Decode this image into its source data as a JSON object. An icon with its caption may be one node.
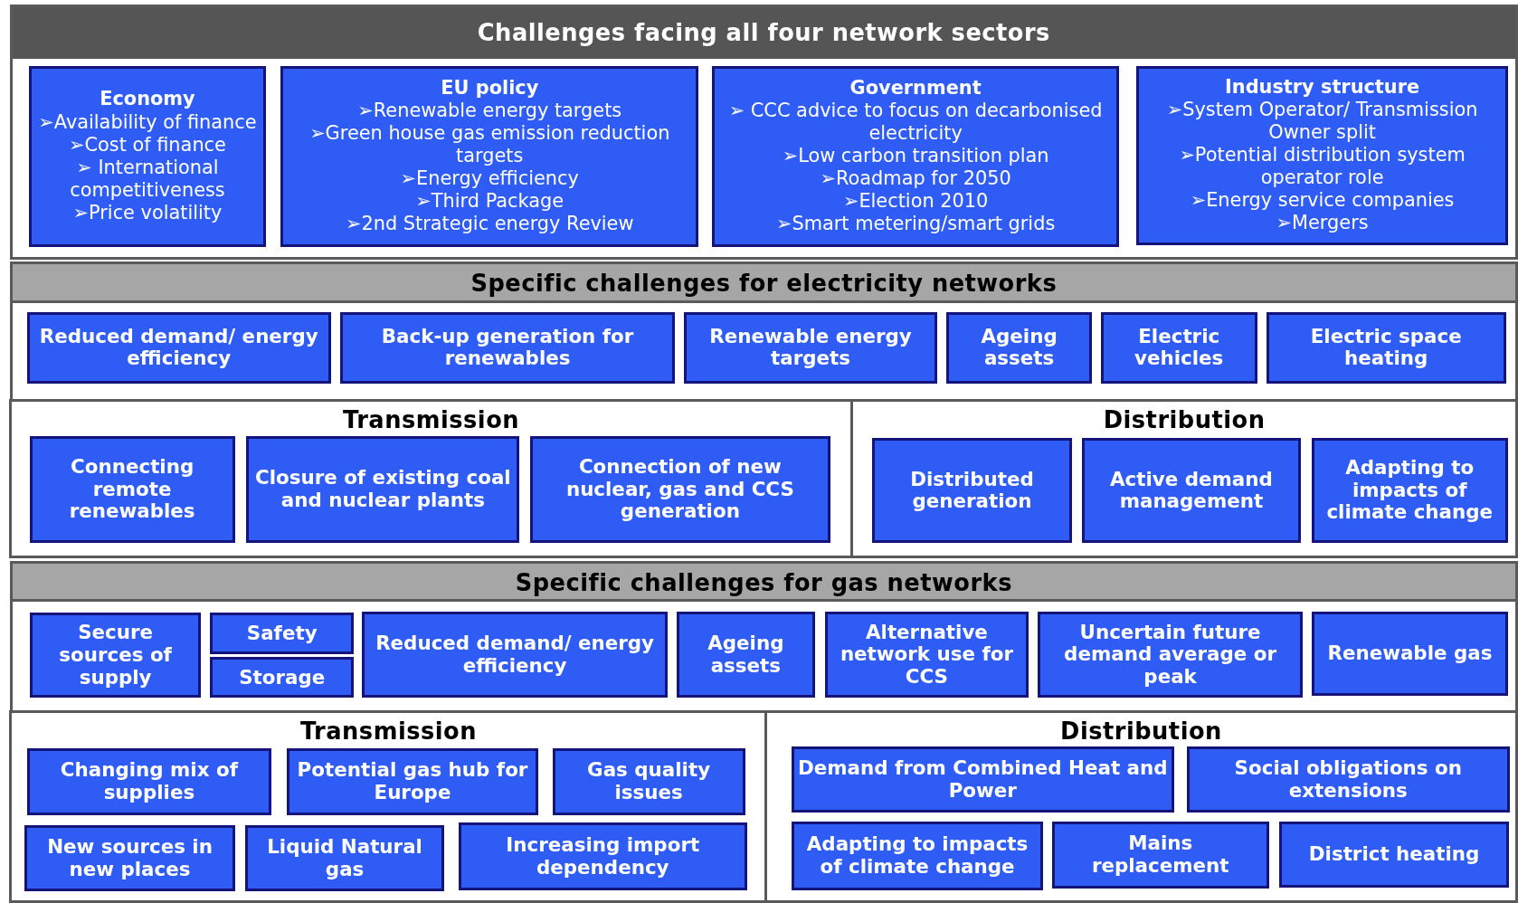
{
  "diagram": {
    "nodes": [
      {
        "text": [
          "Challenges facing all four network sectors"
        ]
      },
      {
        "text": [
          "Economy",
          "➢Availability of finance",
          "➢Cost of finance",
          "➢ International competitiveness",
          "➢Price volatility"
        ],
        "in": 0
      },
      {
        "text": [
          "EU policy",
          "➢Renewable energy targets",
          "➢Green house gas emission reduction targets",
          "➢Energy efficiency",
          "➢Third Package",
          "➢2nd Strategic energy Review"
        ],
        "in": 0
      },
      {
        "text": [
          "Government",
          "➢ CCC advice to focus on decarbonised electricity",
          "➢Low carbon transition plan",
          "➢Roadmap for 2050",
          "➢Election 2010",
          "➢Smart metering/smart grids"
        ],
        "in": 0
      },
      {
        "text": [
          "Industry structure",
          "➢System Operator/ Transmission Owner split",
          "➢Potential distribution system operator role",
          "➢Energy service companies",
          "➢Mergers"
        ],
        "in": 0
      },
      {
        "text": [
          "Specific challenges for electricity networks"
        ]
      },
      {
        "text": [
          "Reduced demand/ energy efficiency"
        ],
        "in": 5
      },
      {
        "text": [
          "Back-up generation for renewables"
        ],
        "in": 5
      },
      {
        "text": [
          "Renewable energy targets"
        ],
        "in": 5
      },
      {
        "text": [
          "Ageing assets"
        ],
        "in": 5
      },
      {
        "text": [
          "Electric vehicles"
        ],
        "in": 5
      },
      {
        "text": [
          "Electric space heating"
        ],
        "in": 5
      },
      {
        "text": [
          "Transmission"
        ],
        "in": 5
      },
      {
        "text": [
          "Connecting remote renewables"
        ],
        "in": 12
      },
      {
        "text": [
          "Closure of existing coal and nuclear plants"
        ],
        "in": 12
      },
      {
        "text": [
          "Connection of new nuclear, gas and CCS generation"
        ],
        "in": 12
      },
      {
        "text": [
          "Distribution"
        ],
        "in": 5
      },
      {
        "text": [
          "Distributed generation"
        ],
        "in": 16
      },
      {
        "text": [
          "Active demand management"
        ],
        "in": 16
      },
      {
        "text": [
          "Adapting to impacts of climate change"
        ],
        "in": 16
      },
      {
        "text": [
          "Specific challenges for gas networks"
        ]
      },
      {
        "text": [
          "Secure sources of supply"
        ],
        "in": 20
      },
      {
        "text": [
          "Safety"
        ],
        "in": 20
      },
      {
        "text": [
          "Storage"
        ],
        "in": 20
      },
      {
        "text": [
          "Reduced demand/ energy efficiency"
        ],
        "in": 20
      },
      {
        "text": [
          "Ageing assets"
        ],
        "in": 20
      },
      {
        "text": [
          "Alternative network use for CCS"
        ],
        "in": 20
      },
      {
        "text": [
          "Uncertain future demand average or peak"
        ],
        "in": 20
      },
      {
        "text": [
          "Renewable gas"
        ],
        "in": 20
      },
      {
        "text": [
          "Transmission"
        ],
        "in": 20
      },
      {
        "text": [
          "Changing mix of supplies"
        ],
        "in": 29
      },
      {
        "text": [
          "Potential gas hub for Europe"
        ],
        "in": 29
      },
      {
        "text": [
          "Gas quality issues"
        ],
        "in": 29
      },
      {
        "text": [
          "New sources in new places"
        ],
        "in": 29
      },
      {
        "text": [
          "Liquid Natural gas"
        ],
        "in": 29
      },
      {
        "text": [
          "Increasing import dependency"
        ],
        "in": 29
      },
      {
        "text": [
          "Distribution"
        ],
        "in": 20
      },
      {
        "text": [
          "Demand from Combined Heat and Power"
        ],
        "in": 36
      },
      {
        "text": [
          "Social obligations on extensions"
        ],
        "in": 36
      },
      {
        "text": [
          "Adapting to impacts of climate change"
        ],
        "in": 36
      },
      {
        "text": [
          "Mains replacement"
        ],
        "in": 36
      },
      {
        "text": [
          "District heating"
        ],
        "in": 36
      }
    ]
  }
}
